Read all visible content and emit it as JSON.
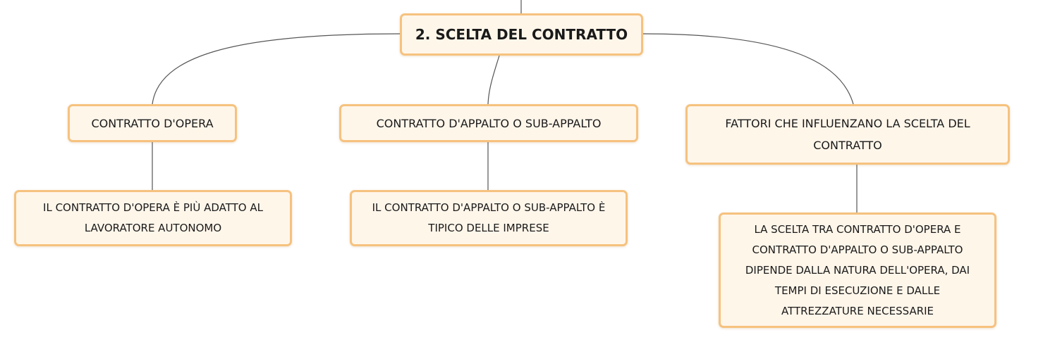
{
  "diagram": {
    "root": {
      "label": "2. SCELTA DEL CONTRATTO"
    },
    "branches": [
      {
        "label": "CONTRATTO D'OPERA",
        "child": {
          "label": "IL CONTRATTO D'OPERA È PIÙ ADATTO AL LAVORATORE AUTONOMO"
        }
      },
      {
        "label": "CONTRATTO D'APPALTO O SUB-APPALTO",
        "child": {
          "label": "IL CONTRATTO D'APPALTO O SUB-APPALTO È TIPICO DELLE IMPRESE"
        }
      },
      {
        "label": "FATTORI CHE INFLUENZANO LA SCELTA DEL CONTRATTO",
        "child": {
          "label": "LA SCELTA TRA CONTRATTO D'OPERA E CONTRATTO D'APPALTO O SUB-APPALTO DIPENDE DALLA NATURA DELL'OPERA, DAI TEMPI DI ESECUZIONE E DALLE ATTREZZATURE NECESSARIE"
        }
      }
    ]
  },
  "colors": {
    "node_fill": "#fff6ea",
    "node_border": "#f6c27f",
    "connector": "#555555"
  }
}
